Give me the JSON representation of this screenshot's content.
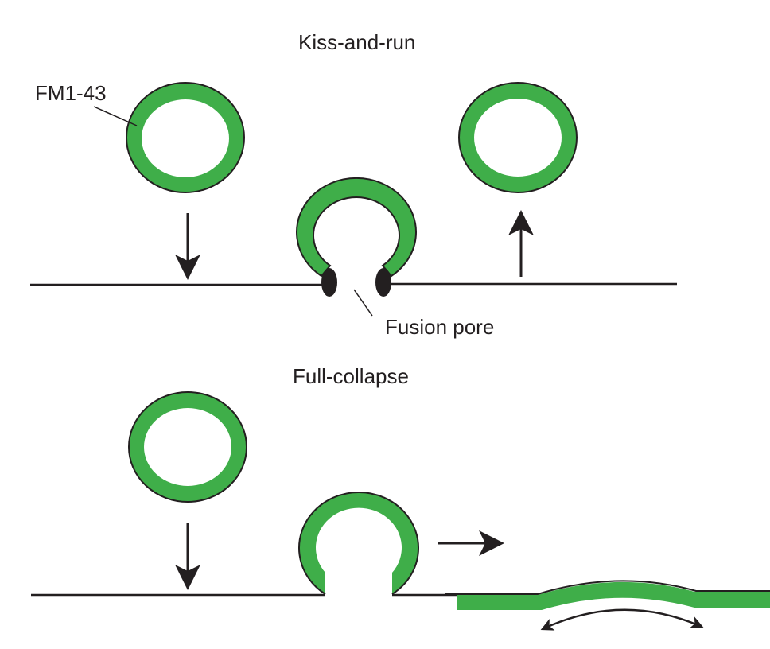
{
  "panels": {
    "kiss_and_run": {
      "title": "Kiss-and-run",
      "dye_label": "FM1-43",
      "pore_label": "Fusion pore"
    },
    "full_collapse": {
      "title": "Full-collapse"
    }
  },
  "colors": {
    "vesicle_green": "#3fae49",
    "outline": "#231f20",
    "background": "#ffffff"
  }
}
